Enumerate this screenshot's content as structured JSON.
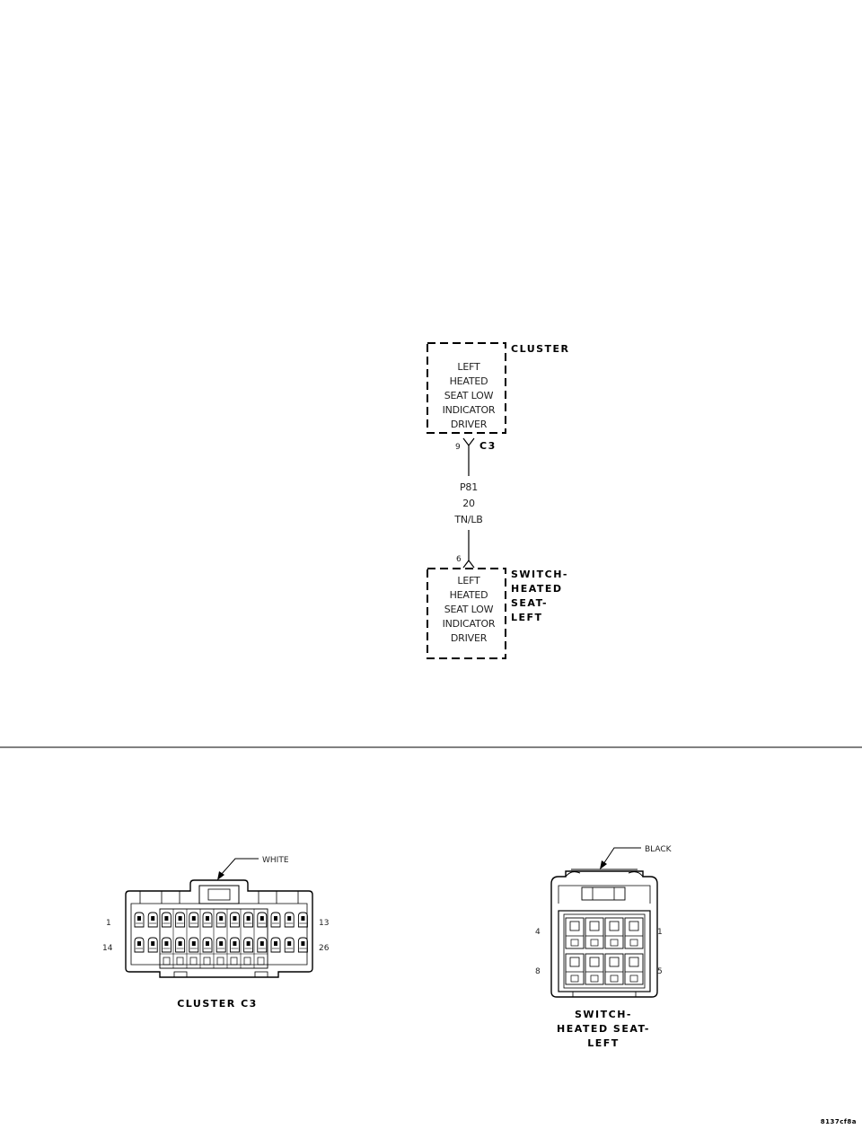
{
  "schematic": {
    "cluster": {
      "label": "CLUSTER",
      "box_lines": [
        "LEFT",
        "HEATED",
        "SEAT LOW",
        "INDICATOR",
        "DRIVER"
      ]
    },
    "connector_top": {
      "pin": "9",
      "name": "C3"
    },
    "wire": {
      "lines": [
        "P81",
        "20",
        "TN/LB"
      ]
    },
    "connector_bottom": {
      "pin": "6"
    },
    "switch": {
      "label_lines": [
        "SWITCH-",
        "HEATED",
        "SEAT-",
        "LEFT"
      ],
      "box_lines": [
        "LEFT",
        "HEATED",
        "SEAT LOW",
        "INDICATOR",
        "DRIVER"
      ]
    }
  },
  "connectors": {
    "cluster_c3": {
      "color_label": "WHITE",
      "pin_labels": {
        "top_left": "1",
        "top_right": "13",
        "bottom_left": "14",
        "bottom_right": "26"
      },
      "caption": "CLUSTER C3"
    },
    "switch_heated_seat_left": {
      "color_label": "BLACK",
      "pin_labels": {
        "top_left": "4",
        "top_right": "1",
        "bottom_left": "8",
        "bottom_right": "5"
      },
      "caption_lines": [
        "SWITCH-",
        "HEATED SEAT-",
        "LEFT"
      ]
    }
  },
  "reference_id": "8137cf8a"
}
